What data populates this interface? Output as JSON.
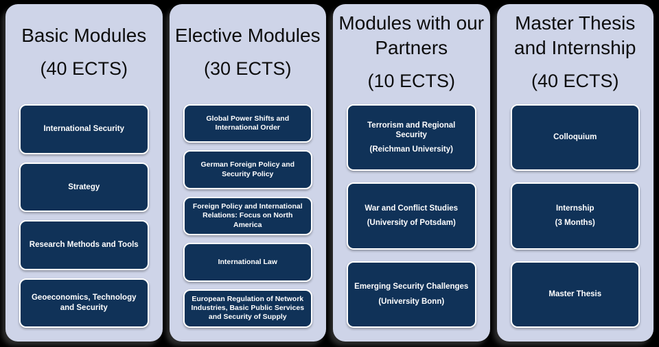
{
  "colors": {
    "page_background": "#000000",
    "column_background": "#ced4e8",
    "module_box_background": "#103258",
    "module_box_border": "#ffffff",
    "heading_text": "#0d0d0d",
    "module_text": "#ffffff"
  },
  "columns": [
    {
      "title": "Basic Modules",
      "ects": "(40 ECTS)",
      "items": [
        {
          "text": "International Security"
        },
        {
          "text": "Strategy"
        },
        {
          "text": "Research Methods and Tools"
        },
        {
          "text": "Geoeconomics, Technology and Security"
        }
      ]
    },
    {
      "title": "Elective Modules",
      "ects": "(30 ECTS)",
      "items": [
        {
          "text": "Global Power Shifts and International Order"
        },
        {
          "text": "German Foreign Policy and Security Policy"
        },
        {
          "text": "Foreign Policy and International Relations: Focus on North America"
        },
        {
          "text": "International Law"
        },
        {
          "text": "European Regulation of Network Industries, Basic Public Services and Security of Supply"
        }
      ]
    },
    {
      "title": "Modules with our Partners",
      "ects": "(10 ECTS)",
      "items": [
        {
          "text": "Terrorism and Regional Security",
          "subtext": "(Reichman University)"
        },
        {
          "text": "War and Conflict Studies",
          "subtext": "(University of Potsdam)"
        },
        {
          "text": "Emerging Security Challenges",
          "subtext": "(University Bonn)"
        }
      ]
    },
    {
      "title": "Master Thesis and Internship",
      "ects": "(40 ECTS)",
      "items": [
        {
          "text": "Colloquium"
        },
        {
          "text": "Internship",
          "subtext": "(3 Months)"
        },
        {
          "text": "Master Thesis"
        }
      ]
    }
  ]
}
